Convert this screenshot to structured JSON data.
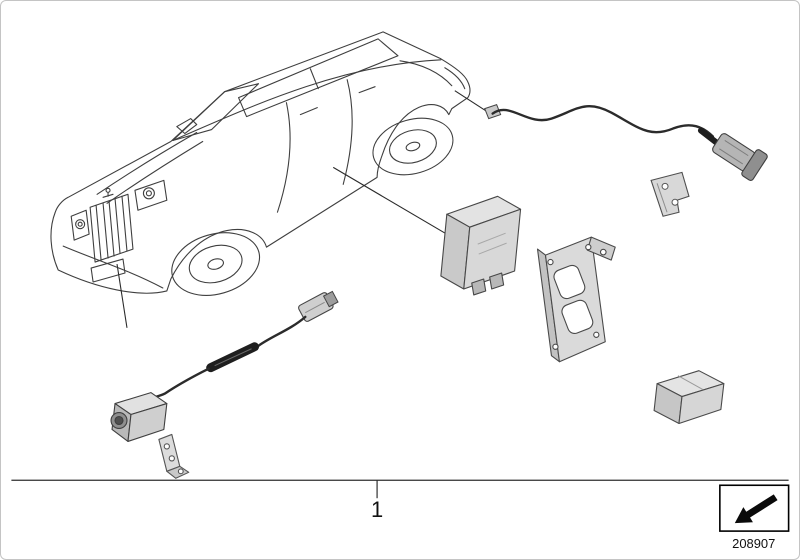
{
  "figure": {
    "callout_label": "1",
    "part_number": "208907"
  },
  "colors": {
    "ink": "#111111",
    "line": "#3f3f3f",
    "background": "#ffffff"
  },
  "icons": {
    "hint_arrow": "arrow-lower-left"
  }
}
